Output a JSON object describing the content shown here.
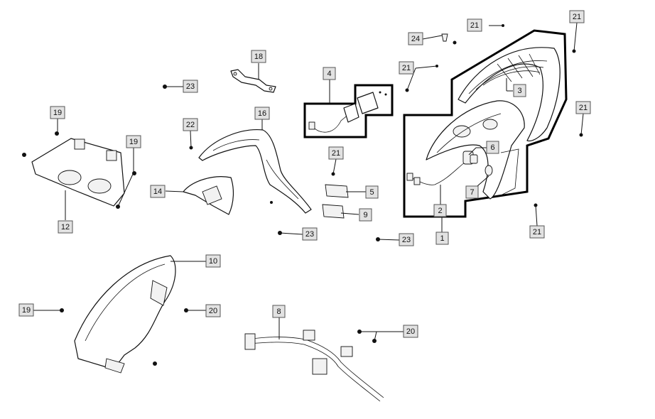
{
  "diagram": {
    "callouts": [
      {
        "id": "c1",
        "label": "1"
      },
      {
        "id": "c2",
        "label": "2"
      },
      {
        "id": "c3",
        "label": "3"
      },
      {
        "id": "c4",
        "label": "4"
      },
      {
        "id": "c5",
        "label": "5"
      },
      {
        "id": "c6",
        "label": "6"
      },
      {
        "id": "c7",
        "label": "7"
      },
      {
        "id": "c8",
        "label": "8"
      },
      {
        "id": "c9",
        "label": "9"
      },
      {
        "id": "c10",
        "label": "10"
      },
      {
        "id": "c12",
        "label": "12"
      },
      {
        "id": "c14",
        "label": "14"
      },
      {
        "id": "c16",
        "label": "16"
      },
      {
        "id": "c18",
        "label": "18"
      },
      {
        "id": "c19a",
        "label": "19"
      },
      {
        "id": "c19b",
        "label": "19"
      },
      {
        "id": "c19c",
        "label": "19"
      },
      {
        "id": "c20a",
        "label": "20"
      },
      {
        "id": "c20b",
        "label": "20"
      },
      {
        "id": "c21a",
        "label": "21"
      },
      {
        "id": "c21b",
        "label": "21"
      },
      {
        "id": "c21c",
        "label": "21"
      },
      {
        "id": "c21d",
        "label": "21"
      },
      {
        "id": "c21e",
        "label": "21"
      },
      {
        "id": "c21f",
        "label": "21"
      },
      {
        "id": "c22",
        "label": "22"
      },
      {
        "id": "c23a",
        "label": "23"
      },
      {
        "id": "c23b",
        "label": "23"
      },
      {
        "id": "c23c",
        "label": "23"
      },
      {
        "id": "c24",
        "label": "24"
      }
    ]
  }
}
